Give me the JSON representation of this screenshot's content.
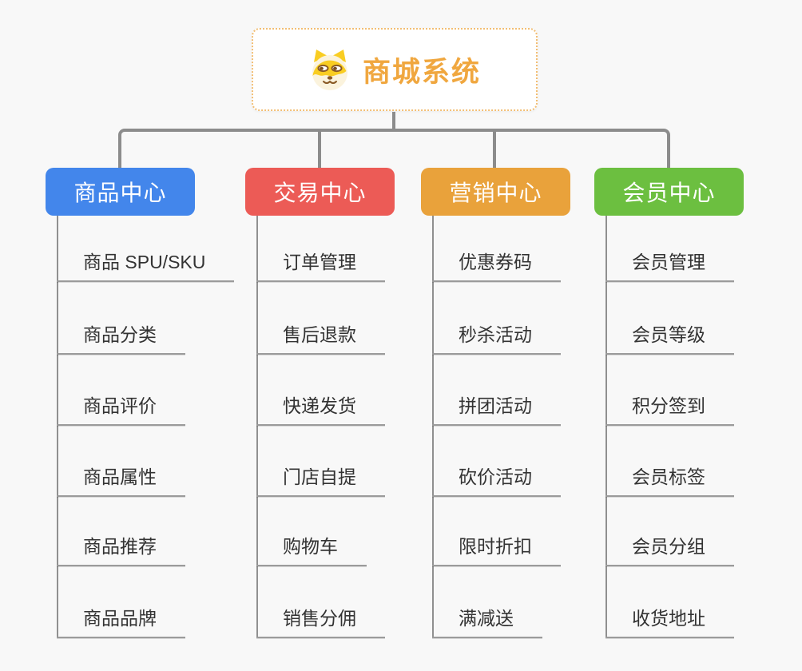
{
  "page": {
    "background_color": "#f8f8f8",
    "connector_color": "#8c8c8c",
    "leaf_underline_color": "#9b9b9b",
    "leaf_text_color": "#333333"
  },
  "root": {
    "title": "商城系统",
    "icon": "dog-face-icon",
    "text_color": "#f0a73f",
    "border_color": "#f2be74",
    "background_color": "#ffffff"
  },
  "branches": [
    {
      "label": "商品中心",
      "color": "#4386eb",
      "children": [
        "商品 SPU/SKU",
        "商品分类",
        "商品评价",
        "商品属性",
        "商品推荐",
        "商品品牌"
      ]
    },
    {
      "label": "交易中心",
      "color": "#ec5b56",
      "children": [
        "订单管理",
        "售后退款",
        "快递发货",
        "门店自提",
        "购物车",
        "销售分佣"
      ]
    },
    {
      "label": "营销中心",
      "color": "#e9a23b",
      "children": [
        "优惠券码",
        "秒杀活动",
        "拼团活动",
        "砍价活动",
        "限时折扣",
        "满减送"
      ]
    },
    {
      "label": "会员中心",
      "color": "#6cbf40",
      "children": [
        "会员管理",
        "会员等级",
        "积分签到",
        "会员标签",
        "会员分组",
        "收货地址"
      ]
    }
  ]
}
